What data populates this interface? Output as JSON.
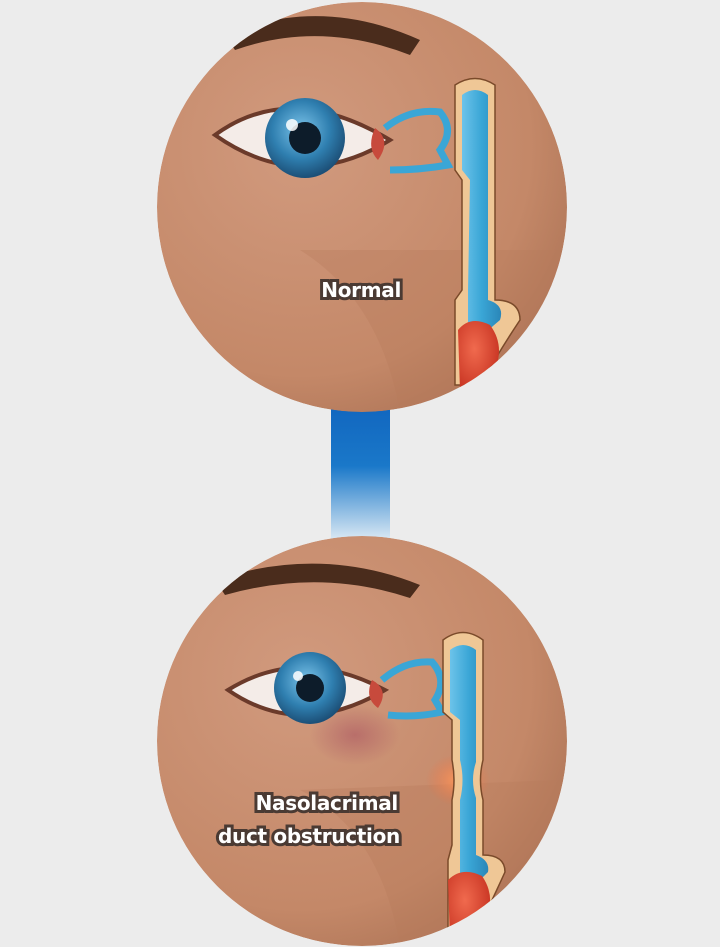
{
  "panels": [
    {
      "label_lines": [
        "Normal"
      ],
      "state": "open duct"
    },
    {
      "label_lines": [
        "Nasolacrimal",
        "duct obstruction"
      ],
      "state": "narrowed duct"
    }
  ],
  "colors": {
    "background": "#ececec",
    "skin": "#c98e72",
    "skin_shadow": "#a8704f",
    "duct_blue": "#3aa6d6",
    "connector_blue": "#1a6fc2",
    "iris": "#2f7fb0",
    "sac_red": "#d9442f",
    "inflammation": "#f08a5a"
  },
  "icons": [
    "eye-illustration",
    "tear-duct-illustration"
  ]
}
